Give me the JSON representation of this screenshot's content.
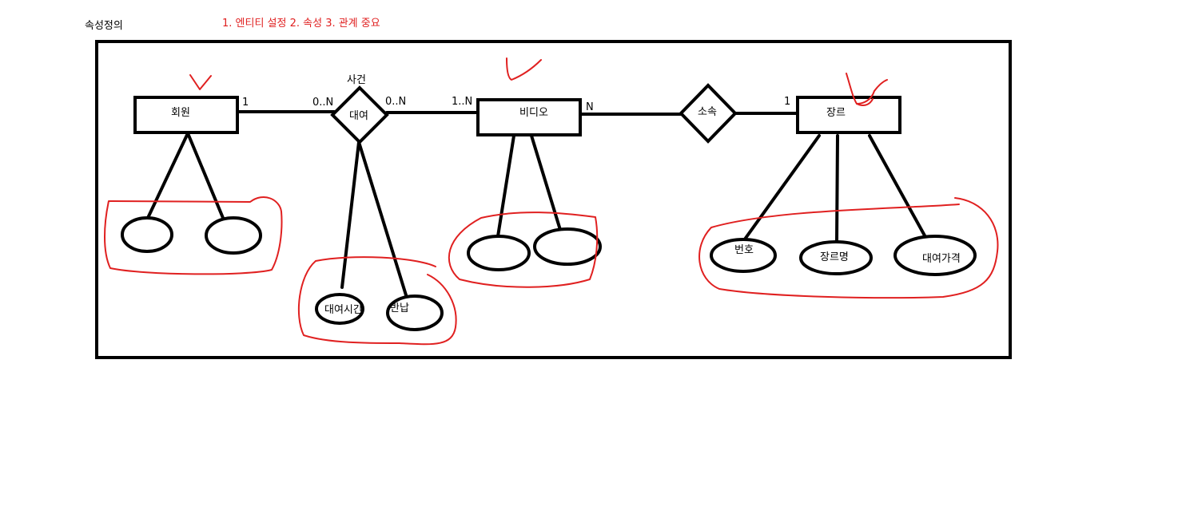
{
  "page_title": "속성정의",
  "note": "1. 엔티티 설정 2. 속성 3. 관계 중요",
  "entities": {
    "member": "회원",
    "video": "비디오",
    "genre": "장르"
  },
  "relationships": {
    "rental": "대여",
    "rental_caption": "사건",
    "belongs": "소속"
  },
  "cardinalities": {
    "member_side": "1",
    "rental_left": "0..N",
    "rental_right": "0..N",
    "video_left": "1..N",
    "video_right": "N",
    "genre_left": "1"
  },
  "attributes": {
    "rental_time": "대여시간",
    "return": "반납",
    "genre_number": "번호",
    "genre_name": "장르명",
    "rental_price": "대여가격"
  },
  "colors": {
    "stroke": "#000000",
    "annotation": "#e02020",
    "background": "#ffffff"
  }
}
